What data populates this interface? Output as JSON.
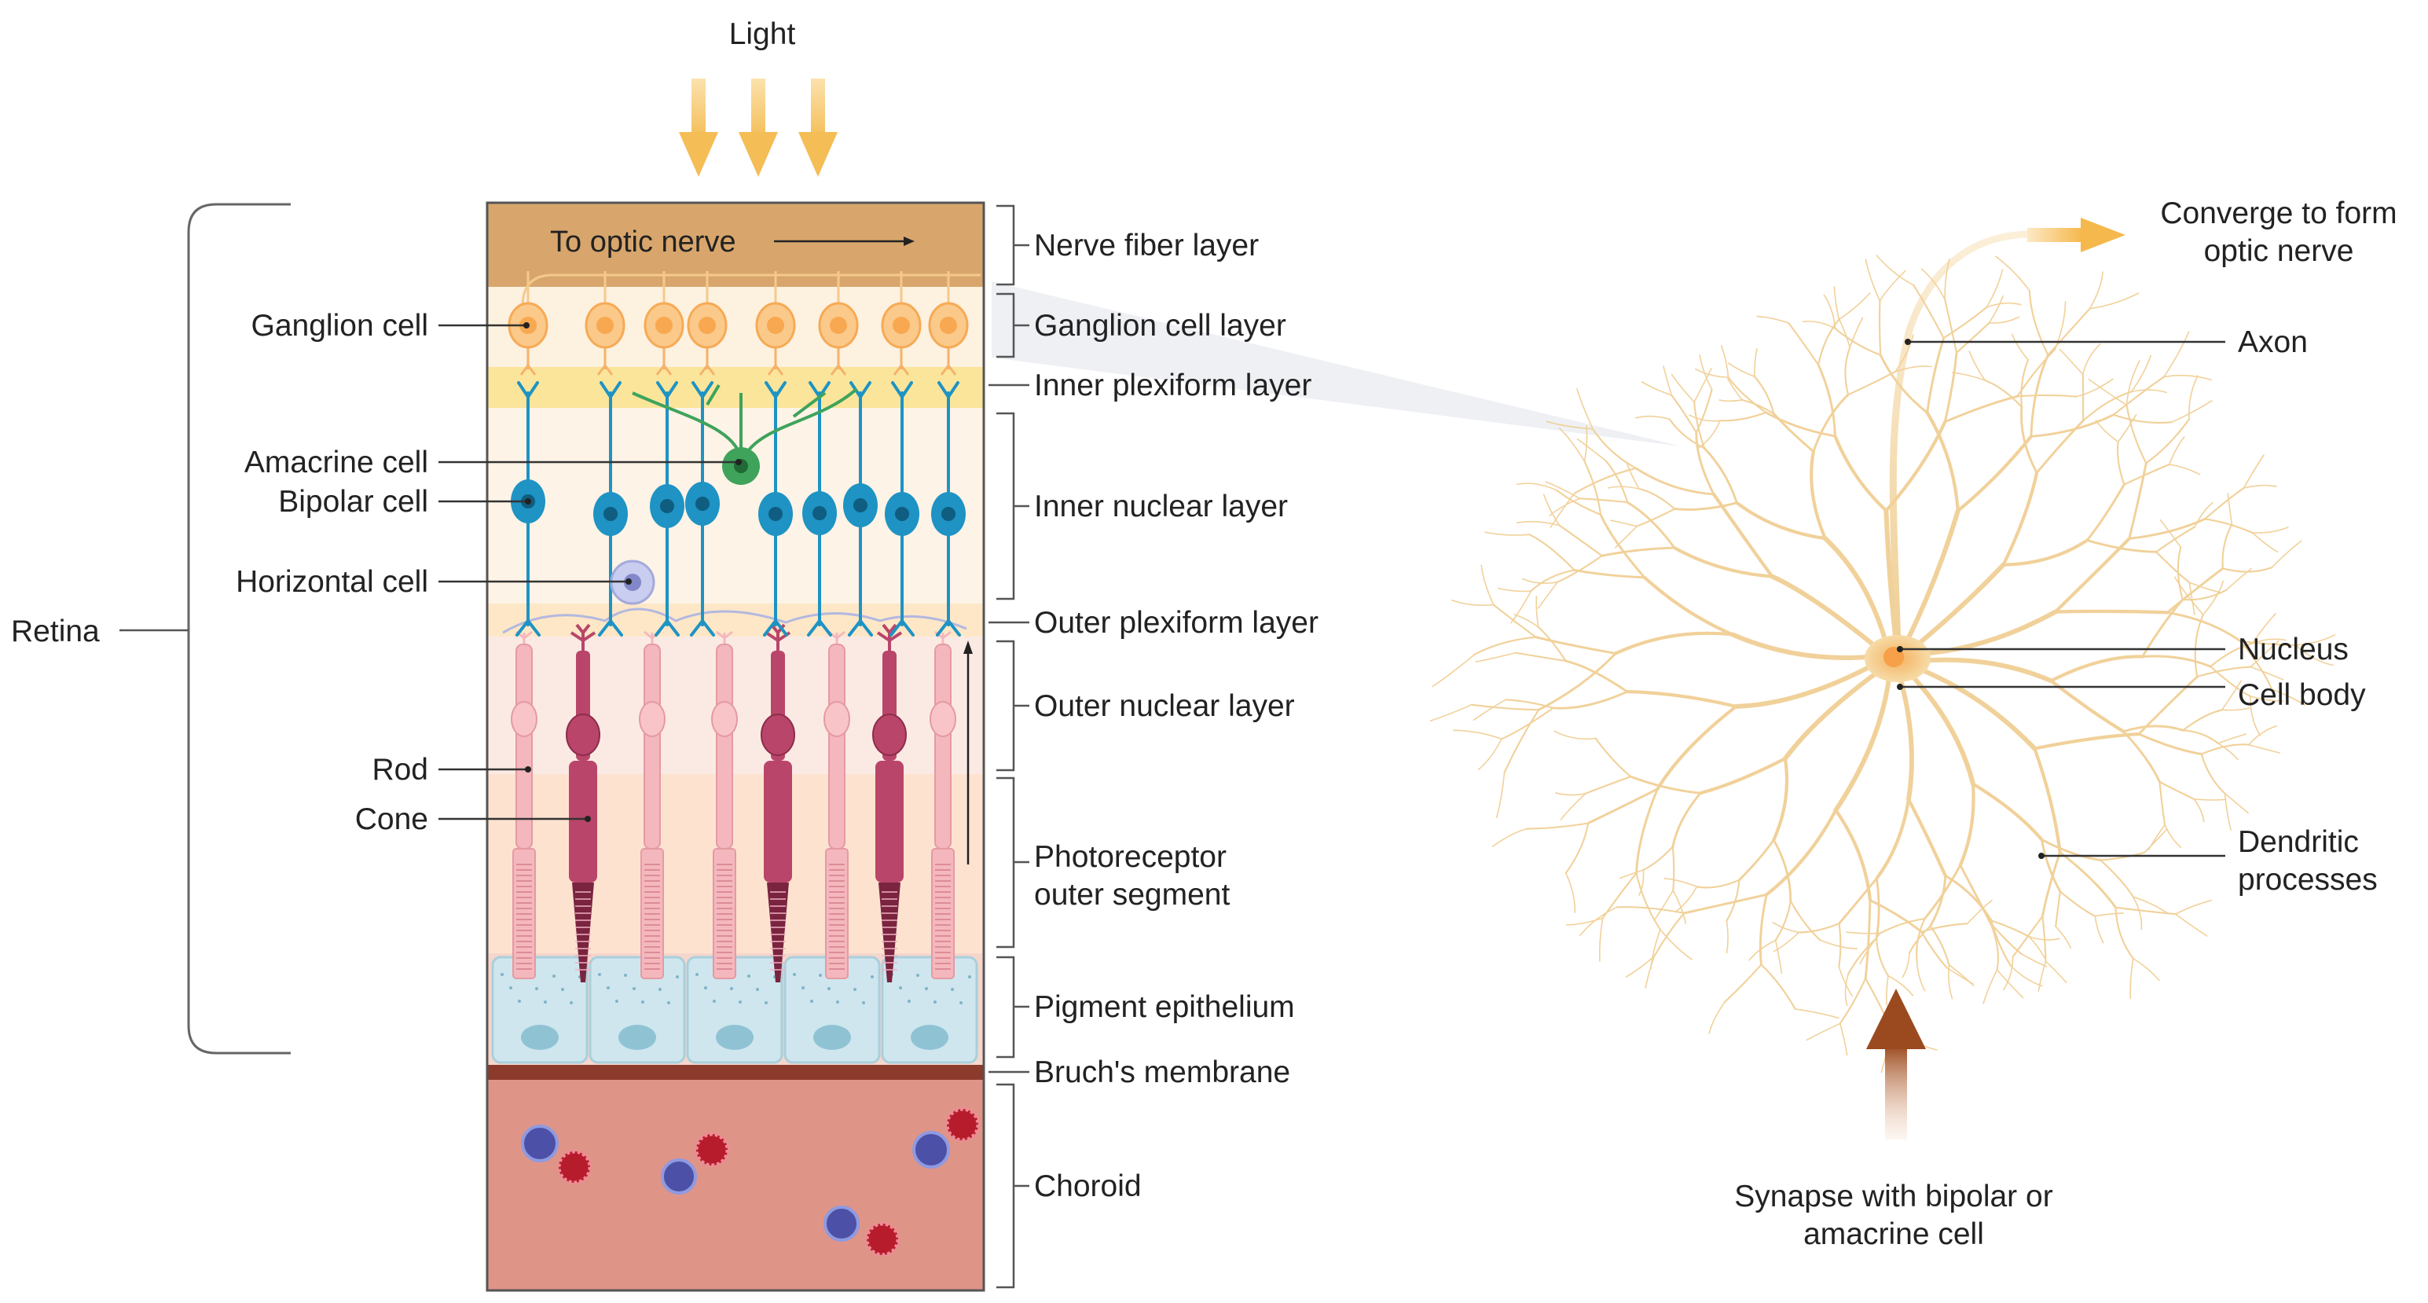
{
  "diagram": {
    "light": "Light",
    "to_optic_nerve": "To optic nerve",
    "retina": "Retina",
    "cells": {
      "ganglion": "Ganglion cell",
      "amacrine": "Amacrine cell",
      "bipolar": "Bipolar cell",
      "horizontal": "Horizontal cell",
      "rod": "Rod",
      "cone": "Cone"
    },
    "layers": {
      "nerve_fiber": "Nerve fiber layer",
      "ganglion_cell": "Ganglion cell layer",
      "inner_plexiform": "Inner plexiform layer",
      "inner_nuclear": "Inner nuclear layer",
      "outer_plexiform": "Outer plexiform layer",
      "outer_nuclear": "Outer nuclear layer",
      "photoreceptor_line1": "Photoreceptor",
      "photoreceptor_line2": "outer segment",
      "pigment_epithelium": "Pigment epithelium",
      "bruchs_membrane": "Bruch's membrane",
      "choroid": "Choroid"
    },
    "neuron": {
      "converge_line1": "Converge to form",
      "converge_line2": "optic nerve",
      "axon": "Axon",
      "nucleus": "Nucleus",
      "cell_body": "Cell body",
      "dendritic_line1": "Dendritic",
      "dendritic_line2": "processes",
      "synapse_line1": "Synapse with bipolar or",
      "synapse_line2": "amacrine cell"
    },
    "colors": {
      "nerve_fiber_band": "#d8a66c",
      "ganglion_cell": "#f7a850",
      "bipolar_cell": "#1e93c4",
      "amacrine_cell": "#3fa35b",
      "horizontal_cell": "#b3b8e0",
      "rod": "#f4b7bd",
      "cone": "#b9466a",
      "pigment_epithelium": "#cfe6ee",
      "bruchs_membrane": "#8b3a2b",
      "choroid": "#df9488",
      "light_arrow": "#f6c76c",
      "synapse_arrow": "#9b4a1f",
      "neuron": "#f1d19a"
    }
  }
}
